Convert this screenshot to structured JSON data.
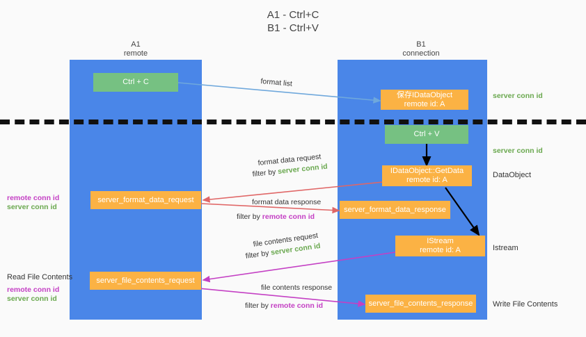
{
  "title": {
    "line1": "A1 - Ctrl+C",
    "line2": "B1 - Ctrl+V"
  },
  "lanes": [
    {
      "id": "a1",
      "name": "A1",
      "sub": "remote"
    },
    {
      "id": "b1",
      "name": "B1",
      "sub": "connection"
    }
  ],
  "colors": {
    "lane": "#4a86e8",
    "green_box": "#76c182",
    "orange_box": "#fbb244",
    "server_conn": "#6aa84f",
    "remote_conn": "#c440c4",
    "arrow_blue": "#6fa8dc",
    "arrow_red": "#e06666",
    "arrow_magenta": "#c440c4",
    "arrow_black": "#000000",
    "background": "#fafafa"
  },
  "boxes": {
    "ctrl_c": "Ctrl + C",
    "ctrl_v": "Ctrl + V",
    "save_dataobject_l1": "保存IDataObject",
    "save_dataobject_l2": "remote id: A",
    "getdata_l1": "IDataObject::GetData",
    "getdata_l2": "remote id: A",
    "istream_l1": "IStream",
    "istream_l2": "remote id: A",
    "server_format_data_request": "server_format_data_request",
    "server_format_data_response": "server_format_data_response",
    "server_file_contents_request": "server_file_contents_request",
    "server_file_contents_response": "server_file_contents_response"
  },
  "arrow_labels": {
    "format_list": "format list",
    "format_data_request": "format data request",
    "format_data_request_filter_prefix": "filter by ",
    "format_data_request_filter_key": "server conn id",
    "format_data_response": "format data response",
    "format_data_response_filter_prefix": "filter by ",
    "format_data_response_filter_key": "remote conn id",
    "file_contents_request": "file contents request",
    "file_contents_request_filter_prefix": "filter by ",
    "file_contents_request_filter_key": "server conn id",
    "file_contents_response": "file contents response",
    "file_contents_response_filter_prefix": "filter by ",
    "file_contents_response_filter_key": "remote conn id"
  },
  "side_notes": {
    "server_conn_id_top": "server conn id",
    "server_conn_id_mid": "server conn id",
    "dataobject": "DataObject",
    "istream": "Istream",
    "write_file_contents": "Write File Contents",
    "read_file_contents": "Read File Contents",
    "left_remote_conn_1": "remote conn id",
    "left_server_conn_1": "server conn id",
    "left_remote_conn_2": "remote conn id",
    "left_server_conn_2": "server conn id"
  }
}
